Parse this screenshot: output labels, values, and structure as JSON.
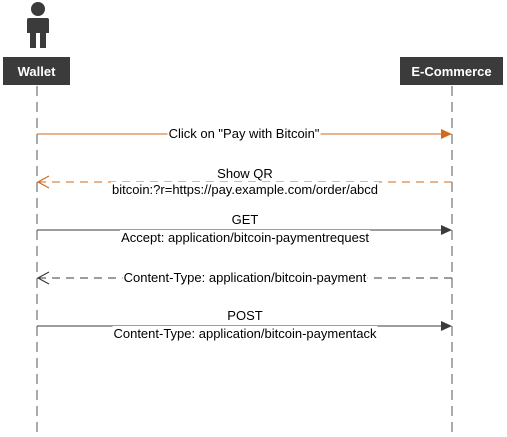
{
  "participants": {
    "left": {
      "label": "Wallet"
    },
    "right": {
      "label": "E-Commerce"
    }
  },
  "actor_icon": "user-figure-icon",
  "colors": {
    "box_fill": "#3b3b3b",
    "box_text": "#ffffff",
    "lifeline": "#555555",
    "orange_arrow": "#d2691e",
    "dark_arrow": "#3b3b3b",
    "text": "#333333"
  },
  "messages": [
    {
      "id": "m1",
      "direction": "right",
      "style": "solid",
      "color": "orange",
      "lines": [
        "Click on \"Pay with Bitcoin\""
      ]
    },
    {
      "id": "m2",
      "direction": "left",
      "style": "dashed",
      "color": "orange",
      "lines": [
        "Show QR",
        "bitcoin:?r=https://pay.example.com/order/abcd"
      ]
    },
    {
      "id": "m3",
      "direction": "right",
      "style": "solid",
      "color": "dark",
      "lines": [
        "GET",
        "Accept: application/bitcoin-paymentrequest"
      ]
    },
    {
      "id": "m4",
      "direction": "left",
      "style": "dashed",
      "color": "dark",
      "lines": [
        "Content-Type: application/bitcoin-payment"
      ]
    },
    {
      "id": "m5",
      "direction": "right",
      "style": "solid",
      "color": "dark",
      "lines": [
        "POST",
        "Content-Type: application/bitcoin-paymentack"
      ]
    }
  ]
}
